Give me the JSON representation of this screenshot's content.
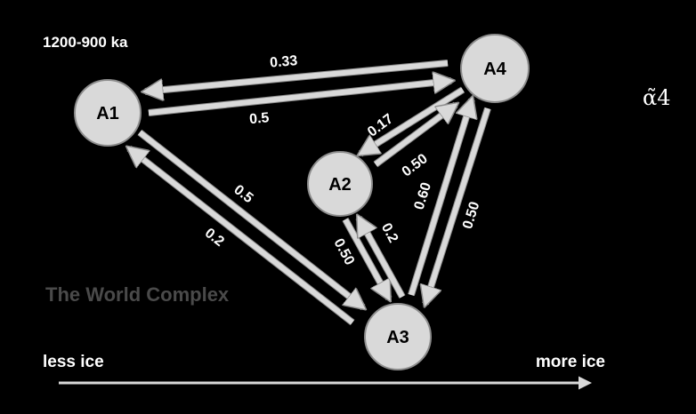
{
  "title": "1200-900 ka",
  "watermark": "The World Complex",
  "symbol": "α̃4",
  "axis": {
    "left_label": "less ice",
    "right_label": "more ice"
  },
  "nodes": [
    {
      "id": "A1",
      "label": "A1"
    },
    {
      "id": "A2",
      "label": "A2"
    },
    {
      "id": "A3",
      "label": "A3"
    },
    {
      "id": "A4",
      "label": "A4"
    }
  ],
  "edges": [
    {
      "from": "A4",
      "to": "A1",
      "label": "0.33"
    },
    {
      "from": "A1",
      "to": "A4",
      "label": "0.5"
    },
    {
      "from": "A4",
      "to": "A2",
      "label": "0.17"
    },
    {
      "from": "A2",
      "to": "A4",
      "label": "0.50"
    },
    {
      "from": "A1",
      "to": "A3",
      "label": "0.5"
    },
    {
      "from": "A3",
      "to": "A1",
      "label": "0.2"
    },
    {
      "from": "A2",
      "to": "A3",
      "label": "0.50"
    },
    {
      "from": "A3",
      "to": "A2",
      "label": "0.2"
    },
    {
      "from": "A3",
      "to": "A4",
      "label": "0.60"
    },
    {
      "from": "A4",
      "to": "A3",
      "label": "0.50"
    }
  ]
}
